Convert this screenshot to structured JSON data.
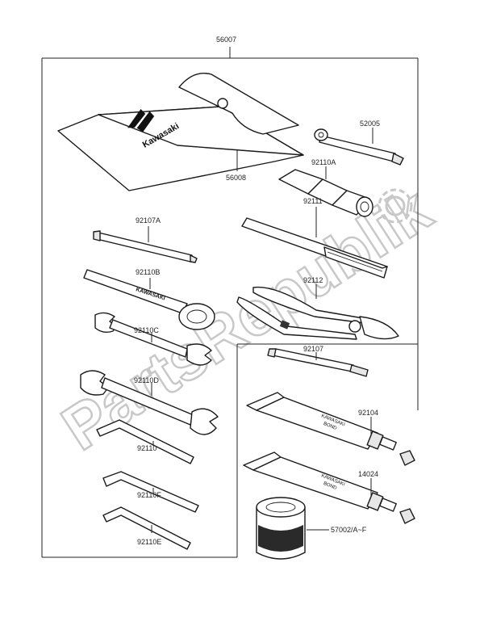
{
  "labels": {
    "kit": "56007",
    "pouch": "56008",
    "wrench_52005": "52005",
    "socket_92110A": "92110A",
    "screwdriver_92107A": "92107A",
    "file_92111": "92111",
    "wrench_92110B": "92110B",
    "pliers_92112": "92112",
    "wrench_92110C": "92110C",
    "screwdriver_92107": "92107",
    "wrench_92110D": "92110D",
    "bond_92104": "92104",
    "hexkey_92110": "92110",
    "bond_14024": "14024",
    "hexkey_92110F": "92110F",
    "tape_57002": "57002/A~F",
    "hexkey_92110E": "92110E"
  },
  "pouch_logo": "Kawasaki",
  "tube_text": {
    "line1": "KAWASAKI",
    "line2": "BOND"
  },
  "wrench_text": "KAWASAKI",
  "watermark": "PartsRepublik"
}
